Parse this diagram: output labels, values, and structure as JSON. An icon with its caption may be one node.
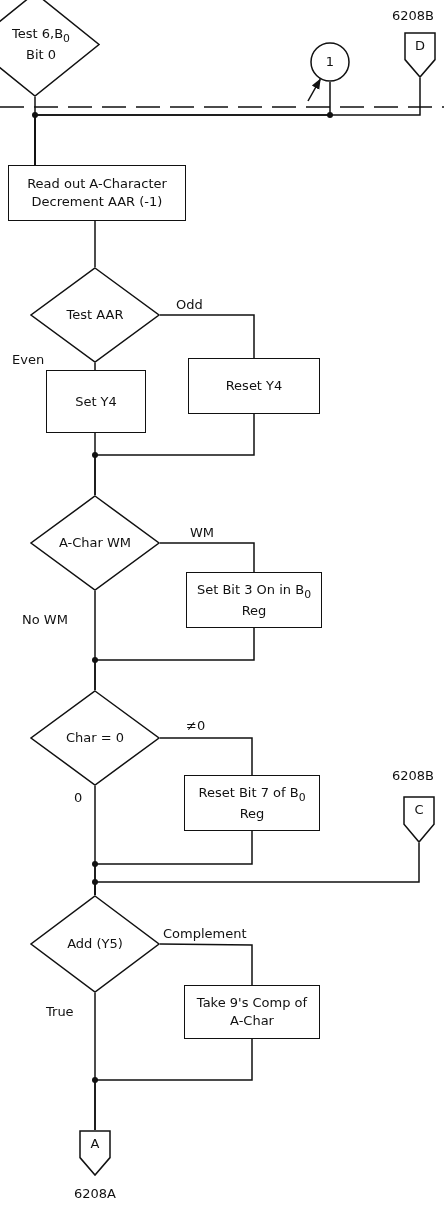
{
  "diagram": {
    "nodes": [
      {
        "text": [
          "Test 6,B$_{0}$ Bit 0"
        ]
      },
      {
        "text": [
          "1"
        ]
      },
      {
        "text": [
          "D"
        ],
        "beside": [
          "6208B"
        ]
      },
      {
        "text": [
          "Read out A-Character Decrement AAR (-1)"
        ]
      },
      {
        "text": [
          "Test AAR"
        ]
      },
      {
        "text": [
          "Set Y4"
        ]
      },
      {
        "text": [
          "Reset Y4"
        ]
      },
      {
        "text": [
          "A-Char WM"
        ]
      },
      {
        "text": [
          "Set Bit 3 On in B$_{0}$ Reg"
        ]
      },
      {
        "text": [
          "Char = 0"
        ]
      },
      {
        "text": [
          "Reset Bit 7 of B$_{0}$ Reg"
        ]
      },
      {
        "text": [
          "C"
        ],
        "beside": [
          "6208B"
        ]
      },
      {
        "text": [
          "Add (Y5)"
        ]
      },
      {
        "text": [
          "Take 9's Comp of A-Char"
        ]
      },
      {
        "text": [
          "A"
        ],
        "beside": [
          "6208A"
        ]
      }
    ],
    "edges": [
      {
        "from": 0,
        "to": 3,
        "arrow": "none"
      },
      {
        "from": 1,
        "to": 3,
        "arrow": "none"
      },
      {
        "from": 2,
        "to": 3,
        "arrow": "none"
      },
      {
        "from": null,
        "to": 1,
        "arrow": "to"
      },
      {
        "from": 3,
        "to": 4,
        "arrow": "none"
      },
      {
        "from": 4,
        "to": 5,
        "label": "Even",
        "arrow": "none"
      },
      {
        "from": 4,
        "to": 6,
        "label": "Odd",
        "arrow": "none"
      },
      {
        "from": 5,
        "to": 7,
        "arrow": "none"
      },
      {
        "from": 6,
        "to": 7,
        "arrow": "none"
      },
      {
        "from": 7,
        "to": 8,
        "label": "WM",
        "arrow": "none"
      },
      {
        "from": 7,
        "to": 9,
        "label": "No WM",
        "arrow": "none"
      },
      {
        "from": 8,
        "to": 9,
        "arrow": "none"
      },
      {
        "from": 9,
        "to": 10,
        "label": "≠0",
        "arrow": "none"
      },
      {
        "from": 9,
        "to": 12,
        "label": "0",
        "arrow": "none"
      },
      {
        "from": 10,
        "to": 12,
        "arrow": "none"
      },
      {
        "from": 11,
        "to": 12,
        "arrow": "none"
      },
      {
        "from": 12,
        "to": 13,
        "label": "Complement",
        "arrow": "none"
      },
      {
        "from": 12,
        "to": 14,
        "label": "True",
        "arrow": "none"
      },
      {
        "from": 13,
        "to": 14,
        "arrow": "none"
      }
    ]
  }
}
